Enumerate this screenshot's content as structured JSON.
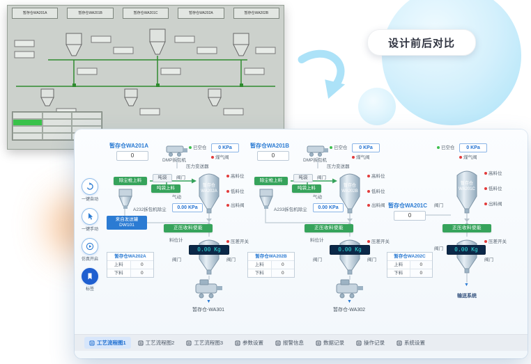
{
  "comparison_label": "设计前后对比",
  "old_ui": {
    "top_boxes": [
      "暂存仓WA201A",
      "暂存仓WA201B",
      "暂存仓WA201C",
      "暂存仓WA202A",
      "暂存仓WA202B"
    ]
  },
  "new_ui": {
    "sidebar": {
      "items": [
        {
          "label": "一键自动"
        },
        {
          "label": "一键手动"
        },
        {
          "label": "仿真开启"
        },
        {
          "label": "标签"
        }
      ]
    },
    "tabs": [
      {
        "label": "工艺流程图1"
      },
      {
        "label": "工艺流程图2"
      },
      {
        "label": "工艺流程图3"
      },
      {
        "label": "参数设置"
      },
      {
        "label": "报警信息"
      },
      {
        "label": "数据记录"
      },
      {
        "label": "操作记录"
      },
      {
        "label": "系统设置"
      }
    ],
    "stations": [
      {
        "title": "暂存仓WA201A",
        "value": "0",
        "machine": "DMP拆包机",
        "empty": "已空仓",
        "pressure": "0 KPa",
        "transmitter": "压力变送器",
        "gas_valve": "煤气阀",
        "dust_feed": "除尘枪上料",
        "bag": "吨袋",
        "bag_feed": "吨袋上料",
        "valve": "阀门",
        "air": "气动",
        "dust_collector": "A232拆包机除尘",
        "dust_pressure": "0.00 KPa",
        "silo_name": "暂存仓",
        "silo_code": "WA202A",
        "high_level": "高料位",
        "low_level": "低料位",
        "discharge": "出料阀",
        "enable": "正压收料使能",
        "from_tank": "来自发送罐",
        "from_tank_code": "DW101",
        "weight": "0.00 Kg",
        "level_gauge": "料位计",
        "diff_switch": "压差开关",
        "info_title": "暂存仓WA202A",
        "up_label": "上料",
        "up_value": "0",
        "down_label": "下料",
        "down_value": "0",
        "bottom_label": "暂存仓-WA301"
      },
      {
        "title": "暂存仓WA201B",
        "value": "0",
        "machine": "DMP拆包机",
        "empty": "已空仓",
        "pressure": "0 KPa",
        "transmitter": "压力变送器",
        "gas_valve": "煤气阀",
        "dust_feed": "除尘枪上料",
        "bag": "吨袋",
        "bag_feed": "吨袋上料",
        "valve": "阀门",
        "air": "气动",
        "dust_collector": "A233拆包机除尘",
        "dust_pressure": "0.00 KPa",
        "silo_name": "暂存仓",
        "silo_code": "WA202B",
        "high_level": "高料位",
        "low_level": "低料位",
        "discharge": "出料阀",
        "enable": "正压收料使能",
        "weight": "0.00 Kg",
        "level_gauge": "料位计",
        "diff_switch": "压差开关",
        "info_title": "暂存仓WA202B",
        "up_label": "上料",
        "up_value": "0",
        "down_label": "下料",
        "down_value": "0",
        "bottom_label": "暂存仓-WA302"
      },
      {
        "title": "暂存仓WA201C",
        "value": "0",
        "empty": "已空仓",
        "pressure": "0 KPa",
        "gas_valve": "煤气阀",
        "valve": "阀门",
        "silo_name": "暂存仓",
        "silo_code": "WA201C",
        "high_level": "高料位",
        "low_level": "低料位",
        "discharge": "出料阀",
        "enable": "正压收料使能",
        "weight": "0.00 Kg",
        "diff_switch": "压差开关",
        "info_title": "暂存仓WA202C",
        "up_label": "上料",
        "up_value": "0",
        "down_label": "下料",
        "down_value": "0",
        "bottom_label": "输送系统"
      }
    ]
  }
}
